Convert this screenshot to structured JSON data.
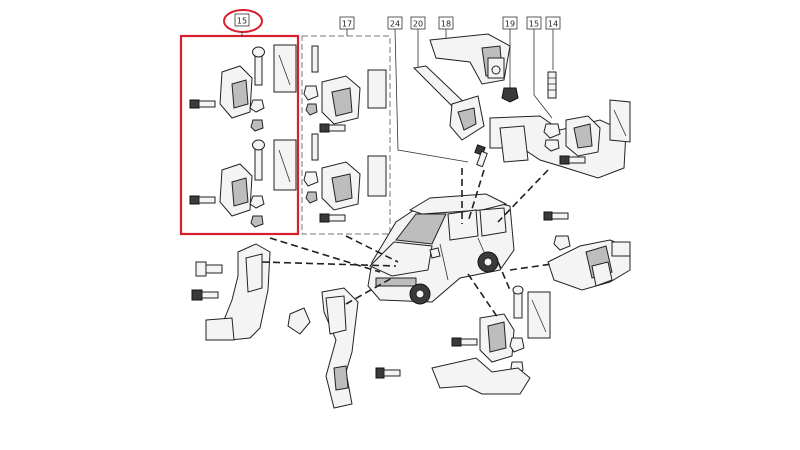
{
  "diagram": {
    "highlight_color": "#d81e2c",
    "callouts": [
      {
        "label": "15",
        "circled": true
      },
      {
        "label": "17",
        "circled": false
      },
      {
        "label": "24",
        "circled": false
      },
      {
        "label": "20",
        "circled": false
      },
      {
        "label": "18",
        "circled": false
      },
      {
        "label": "19",
        "circled": false
      },
      {
        "label": "15",
        "circled": false
      },
      {
        "label": "14",
        "circled": false
      }
    ],
    "groups": [
      {
        "name": "highlighted-hinge-set"
      },
      {
        "name": "hinge-set-17"
      }
    ]
  }
}
